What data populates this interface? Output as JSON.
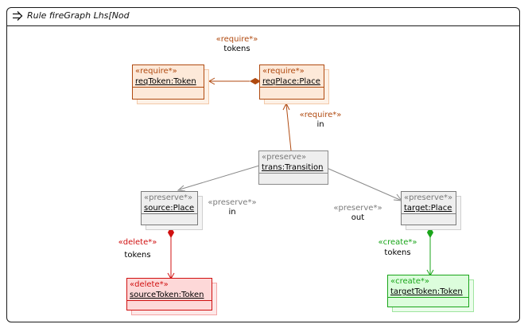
{
  "diagram": {
    "title": "Rule fireGraph Lhs[Nod",
    "colors": {
      "require": "#b04a10",
      "require_fill": "#fde9d9",
      "preserve": "#7a7a7a",
      "preserve_fill": "#eeeeee",
      "delete": "#d01010",
      "delete_fill": "#fdd8d8",
      "create": "#1aa51a",
      "create_fill": "#dcfddc"
    },
    "nodes": {
      "reqToken": {
        "stereotype": "«require*»",
        "name": "reqToken:Token",
        "kind": "require"
      },
      "reqPlace": {
        "stereotype": "«require*»",
        "name": "reqPlace:Place",
        "kind": "require"
      },
      "trans": {
        "stereotype": "«preserve»",
        "name": "trans:Transition",
        "kind": "preserve"
      },
      "source": {
        "stereotype": "«preserve*»",
        "name": "source:Place",
        "kind": "preserve"
      },
      "target": {
        "stereotype": "«preserve*»",
        "name": "target:Place",
        "kind": "preserve"
      },
      "sourceToken": {
        "stereotype": "«delete*»",
        "name": "sourceToken:Token",
        "kind": "delete"
      },
      "targetToken": {
        "stereotype": "«create*»",
        "name": "targetToken:Token",
        "kind": "create"
      }
    },
    "edges": {
      "reqTokens": {
        "stereotype": "«require*»",
        "label": "tokens"
      },
      "reqIn": {
        "stereotype": "«require*»",
        "label": "in"
      },
      "srcIn": {
        "stereotype": "«preserve*»",
        "label": "in"
      },
      "tgtOut": {
        "stereotype": "«preserve*»",
        "label": "out"
      },
      "delTokens": {
        "stereotype": "«delete*»",
        "label": "tokens"
      },
      "createTokens": {
        "stereotype": "«create*»",
        "label": "tokens"
      }
    }
  }
}
